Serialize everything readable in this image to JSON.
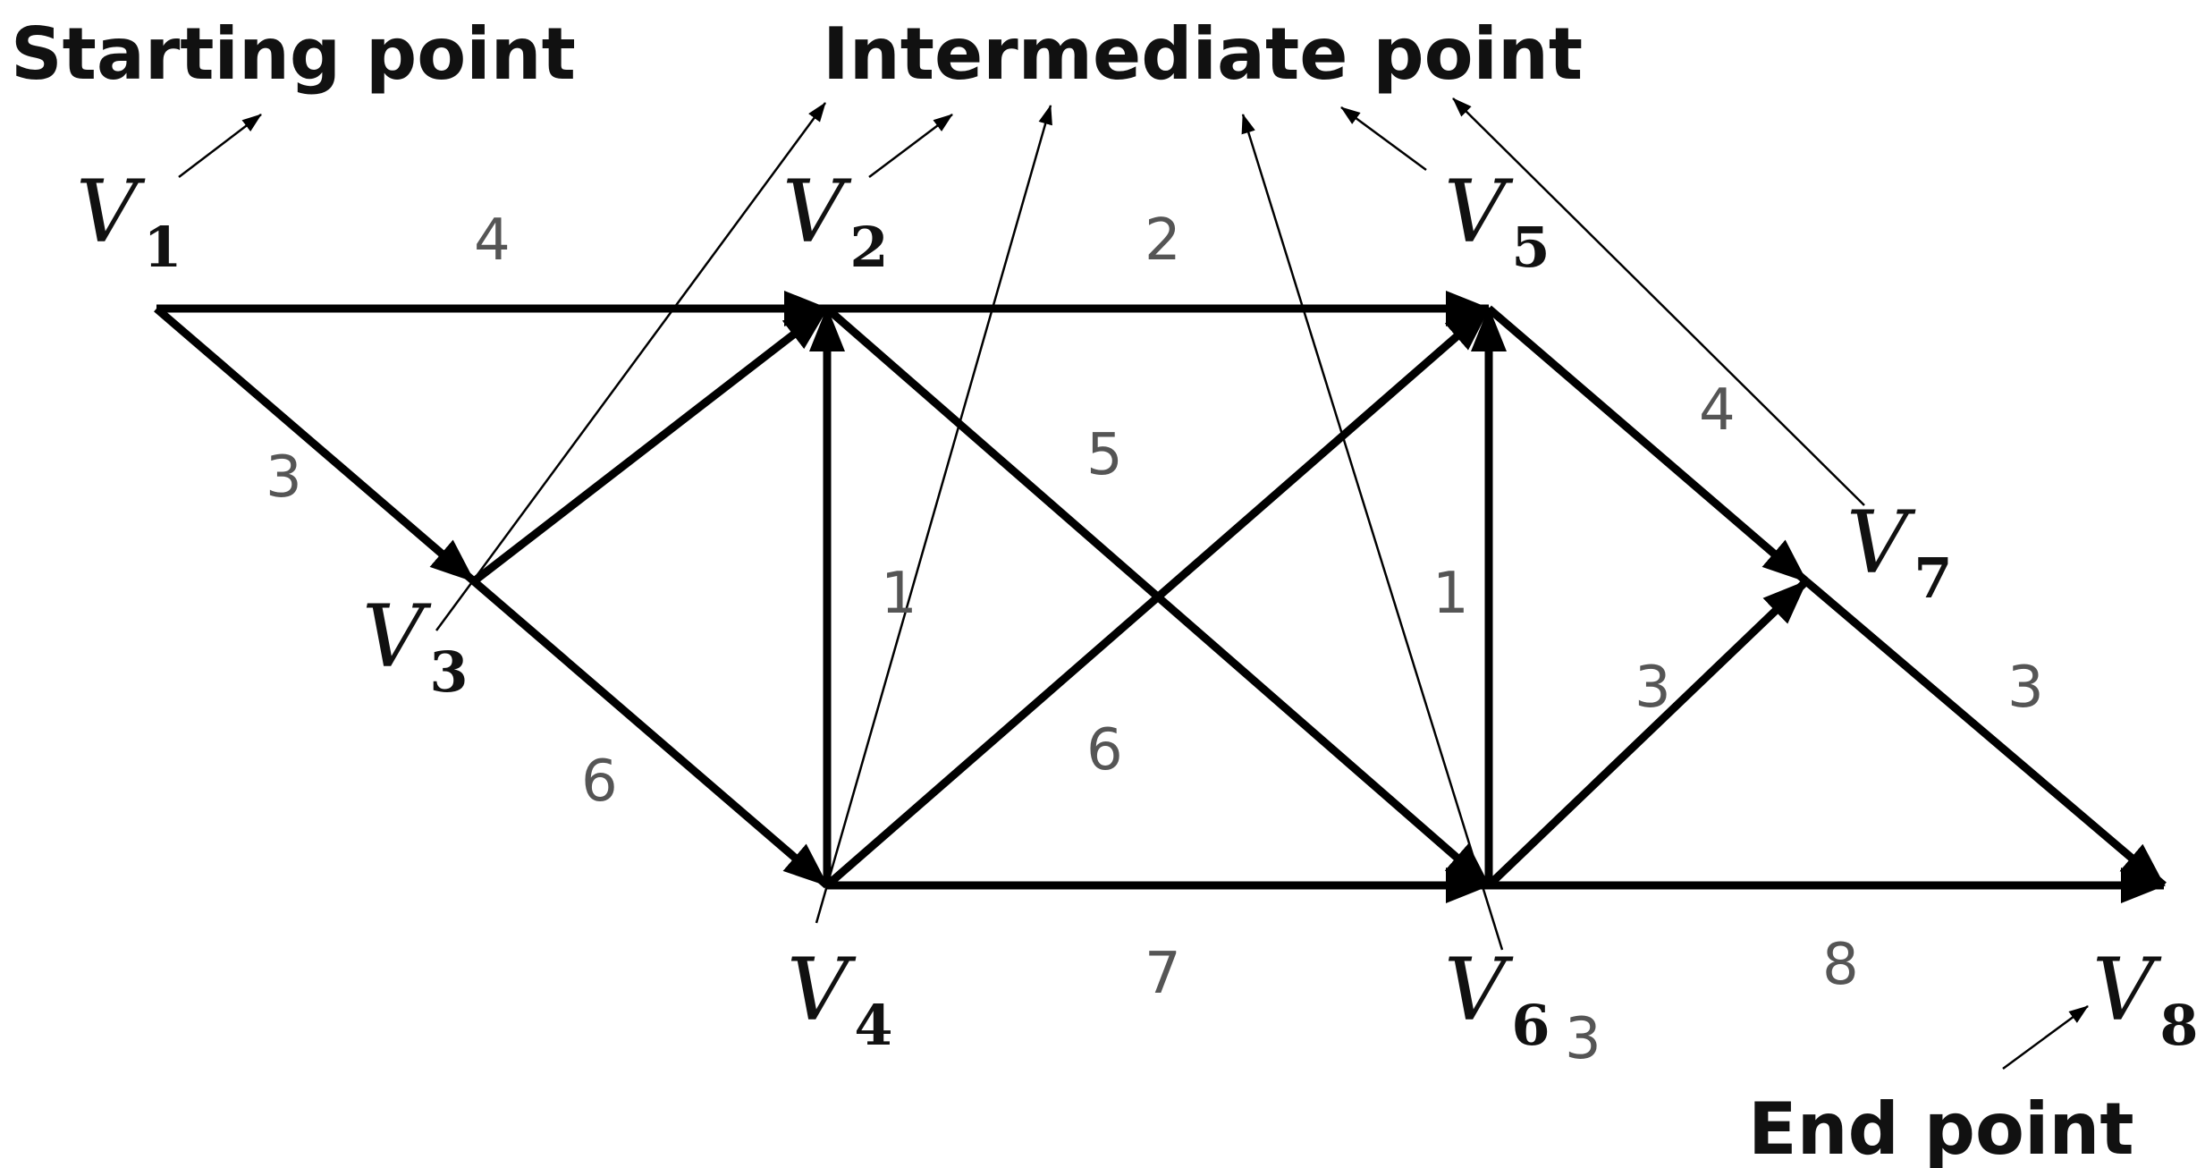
{
  "labels": {
    "start": "Starting point",
    "intermediate": "Intermediate point",
    "end": "End point"
  },
  "vertices": [
    {
      "id": "v1",
      "letter": "V",
      "sub": "1"
    },
    {
      "id": "v2",
      "letter": "V",
      "sub": "2"
    },
    {
      "id": "v3",
      "letter": "V",
      "sub": "3"
    },
    {
      "id": "v4",
      "letter": "V",
      "sub": "4"
    },
    {
      "id": "v5",
      "letter": "V",
      "sub": "5"
    },
    {
      "id": "v6",
      "letter": "V",
      "sub": "6"
    },
    {
      "id": "v7",
      "letter": "V",
      "sub": "7"
    },
    {
      "id": "v8",
      "letter": "V",
      "sub": "8"
    }
  ],
  "edges": [
    {
      "from": "v1",
      "to": "v2",
      "weight": "4"
    },
    {
      "from": "v1",
      "to": "v3",
      "weight": "3"
    },
    {
      "from": "v3",
      "to": "v2",
      "weight": ""
    },
    {
      "from": "v3",
      "to": "v4",
      "weight": "6"
    },
    {
      "from": "v4",
      "to": "v2",
      "weight": "1"
    },
    {
      "from": "v2",
      "to": "v5",
      "weight": "2"
    },
    {
      "from": "v2",
      "to": "v6",
      "weight": "5"
    },
    {
      "from": "v4",
      "to": "v5",
      "weight": "6"
    },
    {
      "from": "v4",
      "to": "v6",
      "weight": "7"
    },
    {
      "from": "v6",
      "to": "v5",
      "weight": "1"
    },
    {
      "from": "v5",
      "to": "v7",
      "weight": "4"
    },
    {
      "from": "v6",
      "to": "v7",
      "weight": "3"
    },
    {
      "from": "v7",
      "to": "v8",
      "weight": "3"
    },
    {
      "from": "v6",
      "to": "v8",
      "weight": "8"
    }
  ],
  "stray_label": "3",
  "colors": {
    "edge": "#000000",
    "weight_text": "#555555",
    "label_text": "#111111"
  }
}
